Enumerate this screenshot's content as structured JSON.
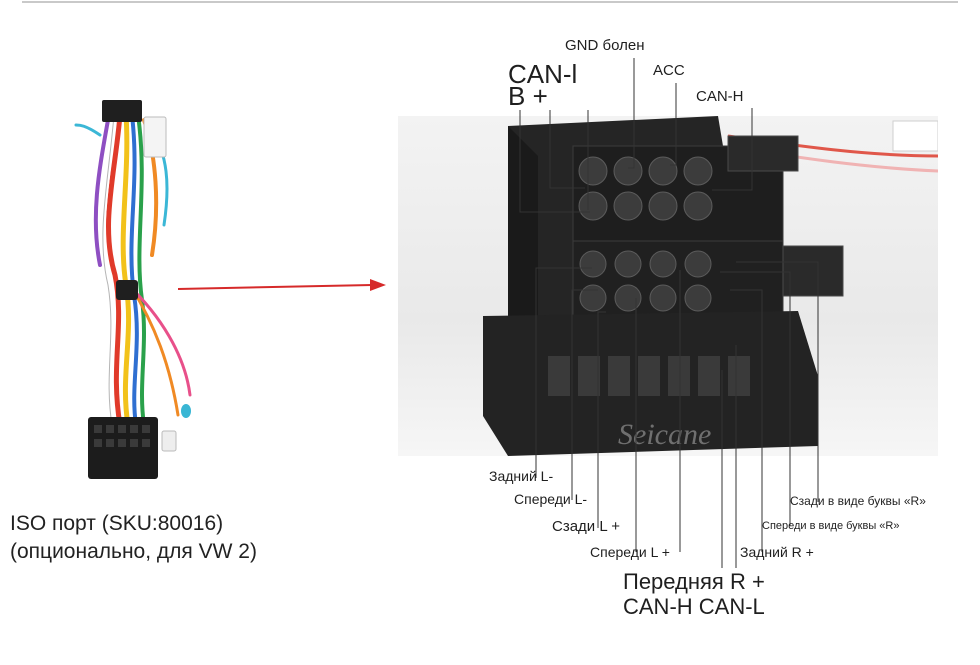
{
  "caption": "ISO порт (SKU:80016) (опционально, для VW 2)",
  "watermark": "Seicane",
  "labels": {
    "gnd": "GND болен",
    "acc": "ACC",
    "canh_top": "CAN-H",
    "can_big": "CAN-l",
    "b_plus": "B +",
    "rear_l_minus": "Задний L-",
    "front_l_minus": "Спереди L-",
    "rear_l_plus": "Сзади L +",
    "front_l_plus": "Спереди L +",
    "front_r_plus": "Передняя R +",
    "can_h_can_l": "CAN-H CAN-L",
    "rear_r_plus": "Задний R +",
    "front_r_minus": "Спереди в виде буквы «R»",
    "rear_r_minus": "Сзади в виде буквы «R»"
  },
  "colors": {
    "leader_line": "#333333",
    "arrow": "#d62a2a",
    "connector_body": "#2a2a2a"
  }
}
